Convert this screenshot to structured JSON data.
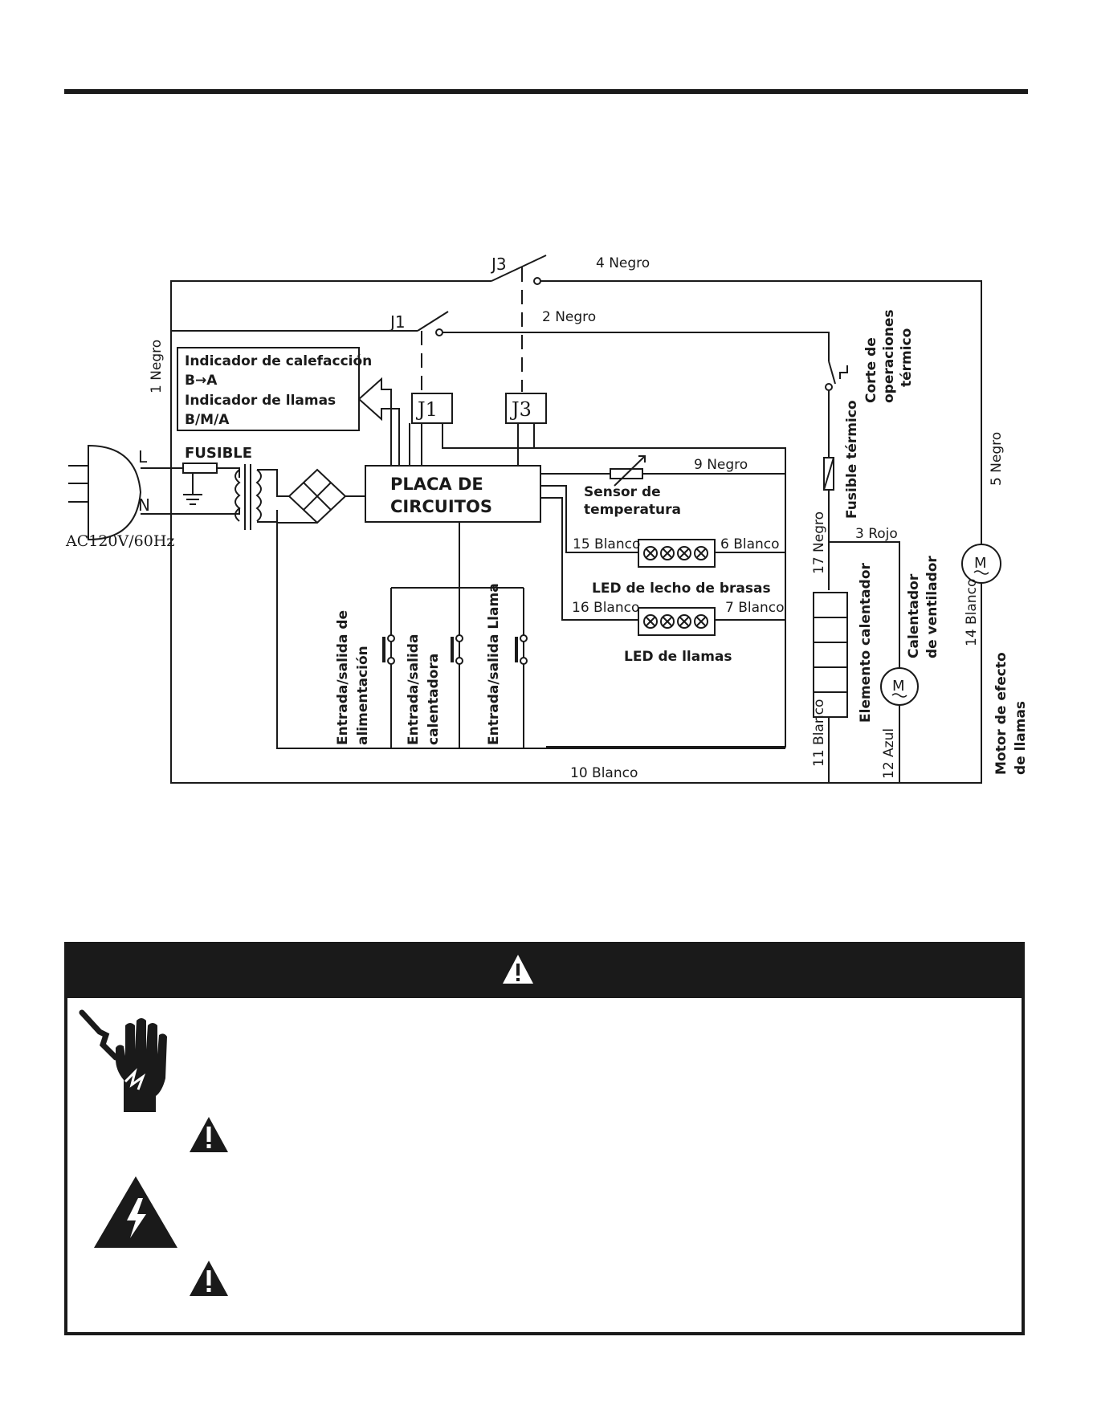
{
  "wires": {
    "w1": "1 Negro",
    "w2": "2 Negro",
    "w3": "3 Rojo",
    "w4": "4 Negro",
    "w5": "5 Negro",
    "w6": "6 Blanco",
    "w7": "7 Blanco",
    "w9": "9 Negro",
    "w10": "10 Blanco",
    "w11": "11 Blanco",
    "w12": "12 Azul",
    "w14": "14 Blanco",
    "w15": "15 Blanco",
    "w16": "16 Blanco",
    "w17": "17 Negro"
  },
  "relays": {
    "j1": "J1",
    "j3": "J3"
  },
  "indicator": {
    "line1": "Indicador de calefacción",
    "line2": "B→A",
    "line3": "Indicador de llamas",
    "line4": "B/M/A"
  },
  "power": {
    "l": "L",
    "n": "N",
    "fuse": "FUSIBLE",
    "supply": "AC120V/60Hz"
  },
  "board": {
    "line1": "PLACA DE",
    "line2": "CIRCUITOS"
  },
  "sensor": {
    "line1": "Sensor de",
    "line2": "temperatura"
  },
  "leds": {
    "ember": "LED de lecho de brasas",
    "flame": "LED de llamas"
  },
  "switches": {
    "power_line1": "Entrada/salida de",
    "power_line2": "alimentación",
    "heater_line1": "Entrada/salida",
    "heater_line2": "calentadora",
    "flame": "Entrada/salida Llama"
  },
  "components": {
    "cutoff_line1": "Corte de",
    "cutoff_line2": "operaciones",
    "cutoff_line3": "térmico",
    "thermal_fuse": "Fusible térmico",
    "heating_element": "Elemento calentador",
    "fan_line1": "Calentador",
    "fan_line2": "de ventilador",
    "motor_line1": "Motor de efecto",
    "motor_line2": "de llamas",
    "motor_symbol": "M"
  },
  "colors": {
    "ink": "#1a1a1a",
    "paper": "#ffffff"
  }
}
